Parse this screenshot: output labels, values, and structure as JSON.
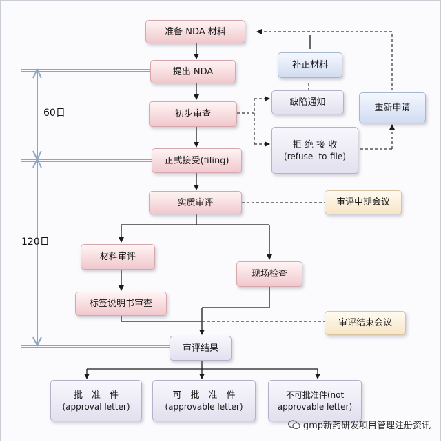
{
  "phases": {
    "day60": "60日",
    "day120": "120日"
  },
  "nodes": {
    "prepare": "准备 NDA 材料",
    "submit": "提出 NDA",
    "initial_review": "初步审查",
    "formal_accept": "正式接受(filing)",
    "substantive_review": "实质审评",
    "material_review": "材料审评",
    "label_review": "标签说明书审查",
    "site_inspection": "现场检查",
    "review_result": "审评结果",
    "supplement": "补正材料",
    "deficiency_notice": "缺陷通知",
    "reapply": "重新申请",
    "refuse_line1": "拒 绝 接 收",
    "refuse_line2": "(refuse -to-file)",
    "mid_meeting": "审评中期会议",
    "end_meeting": "审评结束会议",
    "approval_line1": "批　准　件",
    "approval_line2": "(approval letter)",
    "approvable_line1": "可　批　准　件",
    "approvable_line2": "(approvable letter)",
    "not_approvable_line1": "不可批准件(not",
    "not_approvable_line2": "approvable letter)"
  },
  "watermark": {
    "text": "gmp新药研发项目管理注册资讯",
    "icon": "wechat-icon"
  },
  "colors": {
    "main_box": "#f0c8cc",
    "side_box": "#d2dcf1",
    "outcome_box": "#e3e0ef",
    "meeting_box": "#f7e6c6",
    "timeline": "#8fa3c9"
  }
}
